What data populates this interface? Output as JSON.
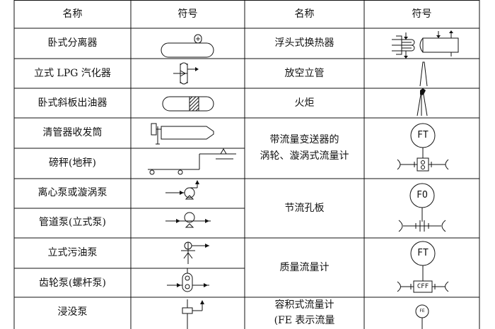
{
  "table": {
    "headers": {
      "name_left": "名称",
      "symbol_left": "符号",
      "name_right": "名称",
      "symbol_right": "符号"
    },
    "left_rows": [
      {
        "name": "卧式分离器",
        "symbol_icon": "horizontal-separator-icon"
      },
      {
        "name": "立式 LPG 汽化器",
        "symbol_icon": "vertical-vaporizer-icon"
      },
      {
        "name": "卧式斜板出油器",
        "symbol_icon": "inclined-plate-separator-icon"
      },
      {
        "name": "清管器收发筒",
        "symbol_icon": "pig-launcher-icon"
      },
      {
        "name": "磅秤(地秤)",
        "symbol_icon": "platform-scale-icon"
      },
      {
        "name": "离心泵或漩涡泵",
        "symbol_icon": "centrifugal-pump-icon"
      },
      {
        "name": "管道泵(立式泵)",
        "symbol_icon": "inline-pump-icon"
      },
      {
        "name": "立式污油泵",
        "symbol_icon": "vertical-sump-pump-icon"
      },
      {
        "name": "齿轮泵(螺杆泵)",
        "symbol_icon": "gear-pump-icon"
      },
      {
        "name": "浸没泵",
        "symbol_icon": "submerged-pump-icon"
      }
    ],
    "right_rows": [
      {
        "name": "浮头式换热器",
        "symbol_icon": "floating-head-exchanger-icon"
      },
      {
        "name": "放空立管",
        "symbol_icon": "vent-stack-icon"
      },
      {
        "name": "火炬",
        "symbol_icon": "flare-icon"
      },
      {
        "name_lines": [
          "带流量变送器的",
          "涡轮、漩涡式流量计"
        ],
        "symbol_icon": "turbine-flowmeter-icon",
        "symbol_label": "FT"
      },
      {
        "name": "节流孔板",
        "symbol_icon": "orifice-plate-icon",
        "symbol_label": "FO"
      },
      {
        "name": "质量流量计",
        "symbol_icon": "mass-flowmeter-icon",
        "symbol_label": "FT",
        "symbol_sub_label": "CFF"
      },
      {
        "name_lines": [
          "容积式流量计",
          "(FE 表示流量"
        ],
        "symbol_icon": "positive-displacement-flowmeter-icon",
        "symbol_label": "FE"
      }
    ]
  }
}
